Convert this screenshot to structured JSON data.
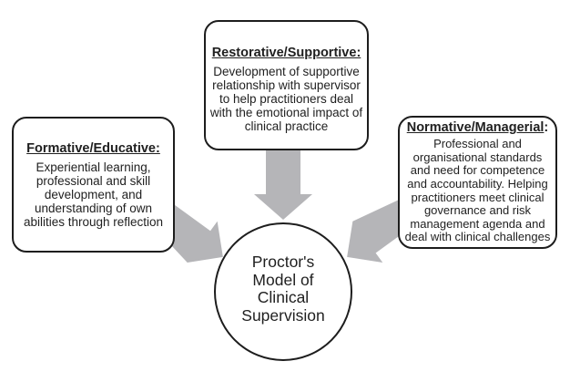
{
  "diagram": {
    "name": "Proctor's Model of Clinical Supervision diagram"
  },
  "boxes": [
    {
      "id": "formative",
      "title": "Formative/Educative:",
      "title_suffix": "",
      "body": "Experiential learning,\nprofessional and skill\ndevelopment, and\nunderstanding of own\nabilities through reflection"
    },
    {
      "id": "restorative",
      "title": "Restorative/Supportive:",
      "title_suffix": "",
      "body": "Development of supportive\nrelationship with supervisor\nto help practitioners deal\nwith the emotional impact of\nclinical practice"
    },
    {
      "id": "normative",
      "title": "Normative/Managerial",
      "title_suffix": ":",
      "body": "Professional and\norganisational standards\nand need for competence\nand accountability. Helping\npractitioners meet clinical\ngovernance and risk\nmanagement agenda and\ndeal with clinical challenges"
    }
  ],
  "center": {
    "label": "Proctor's\nModel of\nClinical\nSupervision"
  },
  "icons": {
    "arrow_top": "block-arrow-down",
    "arrow_left": "block-arrow-down-right",
    "arrow_right": "block-arrow-down-left"
  },
  "colors": {
    "arrow": "#b5b5b8",
    "border": "#1d1d1d",
    "text": "#1f1f1f",
    "background": "#ffffff"
  }
}
